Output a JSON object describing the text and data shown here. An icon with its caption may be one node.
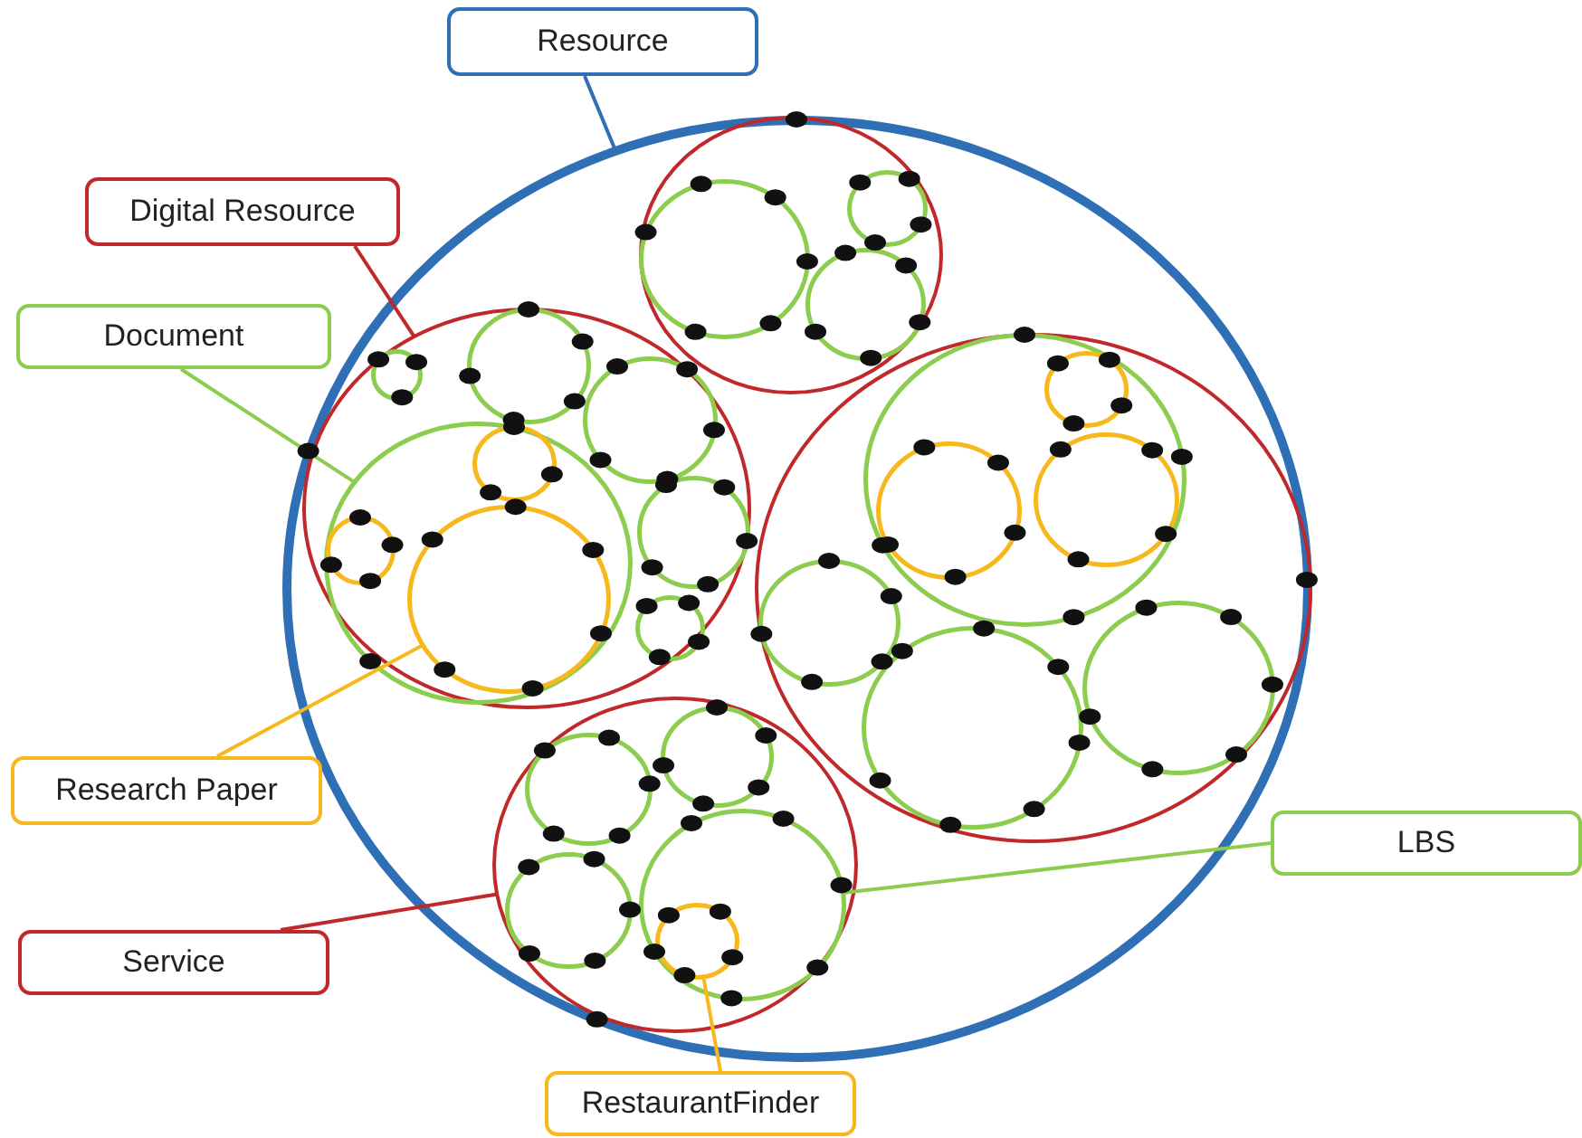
{
  "diagram": {
    "nodes": [
      {
        "text": [
          "Resource"
        ]
      },
      {
        "text": [
          "Digital Resource"
        ]
      },
      {
        "text": [
          "Document"
        ]
      },
      {
        "text": [
          "Research Paper"
        ]
      },
      {
        "text": [
          "Service"
        ]
      },
      {
        "text": [
          "LBS"
        ]
      },
      {
        "text": [
          "RestaurantFinder"
        ]
      },
      {
        "text": [],
        "shape": "circle"
      },
      {
        "text": [],
        "shape": "circle",
        "in": 7
      },
      {
        "text": [],
        "shape": "circle",
        "in": 8
      },
      {
        "text": [],
        "shape": "circle",
        "in": 8
      },
      {
        "text": [],
        "shape": "circle",
        "in": 8
      },
      {
        "text": [],
        "shape": "circle",
        "in": 7
      },
      {
        "text": [],
        "shape": "circle",
        "in": 12
      },
      {
        "text": [],
        "shape": "circle",
        "in": 12
      },
      {
        "text": [],
        "shape": "circle",
        "in": 12
      },
      {
        "text": [],
        "shape": "circle",
        "in": 12
      },
      {
        "text": [],
        "shape": "circle",
        "in": 16
      },
      {
        "text": [],
        "shape": "circle",
        "in": 16
      },
      {
        "text": [],
        "shape": "circle",
        "in": 16
      },
      {
        "text": [],
        "shape": "circle",
        "in": 12
      },
      {
        "text": [],
        "shape": "circle",
        "in": 12
      },
      {
        "text": [],
        "shape": "circle",
        "in": 7
      },
      {
        "text": [],
        "shape": "circle",
        "in": 22
      },
      {
        "text": [],
        "shape": "circle",
        "in": 23
      },
      {
        "text": [],
        "shape": "circle",
        "in": 23
      },
      {
        "text": [],
        "shape": "circle",
        "in": 23
      },
      {
        "text": [],
        "shape": "circle",
        "in": 22
      },
      {
        "text": [],
        "shape": "circle",
        "in": 22
      },
      {
        "text": [],
        "shape": "circle",
        "in": 22
      },
      {
        "text": [],
        "shape": "circle",
        "in": 7
      },
      {
        "text": [],
        "shape": "circle",
        "in": 30
      },
      {
        "text": [],
        "shape": "circle",
        "in": 30
      },
      {
        "text": [],
        "shape": "circle",
        "in": 30
      },
      {
        "text": [],
        "shape": "circle",
        "in": 30
      },
      {
        "text": [],
        "shape": "circle",
        "in": 34
      }
    ],
    "edges": [
      {
        "from": 0,
        "to": 7,
        "arrow": "none",
        "color": "#2e6fb5"
      },
      {
        "from": 1,
        "to": 12,
        "arrow": "none",
        "color": "#c0282a"
      },
      {
        "from": 2,
        "to": 16,
        "arrow": "none",
        "color": "#8ccc4e"
      },
      {
        "from": 3,
        "to": 19,
        "arrow": "none",
        "color": "#f6b81c"
      },
      {
        "from": 4,
        "to": 30,
        "arrow": "none",
        "color": "#c0282a"
      },
      {
        "from": 5,
        "to": 34,
        "arrow": "none",
        "color": "#8ccc4e"
      },
      {
        "from": 6,
        "to": 35,
        "arrow": "none",
        "color": "#f6b81c"
      }
    ]
  }
}
